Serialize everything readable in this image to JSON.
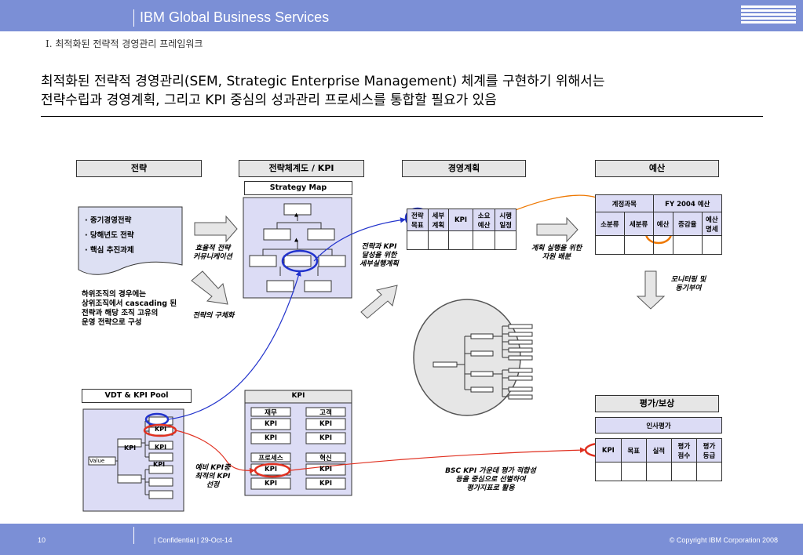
{
  "header": {
    "title": "IBM Global Business Services",
    "logo": "IBM"
  },
  "breadcrumb": "Ⅰ. 최적화된 전략적 경영관리 프레임워크",
  "headline": {
    "line1": "최적화된 전략적 경영관리(SEM, Strategic Enterprise Management) 체계를 구현하기 위해서는",
    "line2": "전략수립과 경영계획, 그리고 KPI 중심의 성과관리 프로세스를 통합할 필요가 있음"
  },
  "diagram": {
    "headers": {
      "strategy": "전략",
      "strategy_map": "전략체계도 / KPI",
      "plan": "경영계획",
      "budget": "예산",
      "eval": "평가/보상"
    },
    "strategy_doc": [
      "· 중기경영전략",
      "· 당해년도 전략",
      "· 핵심 추진과제"
    ],
    "cascade_note": [
      "하위조직의 경우에는",
      "상위조직에서 cascading 된",
      "전략과 해당 조직 고유의",
      "운영 전략으로 구성"
    ],
    "strategy_map_title": "Strategy Map",
    "labels": {
      "comm": [
        "효율적 전략",
        "커뮤니케이션"
      ],
      "concrete": "전략의 구체화",
      "plan_link": [
        "전략과 KPI",
        "달성을 위한",
        "세부실행계획"
      ],
      "resource": [
        "계획 실행을 위한",
        "자원 배분"
      ],
      "monitor": [
        "모니터링 및",
        "동기부여"
      ],
      "kpi_select": [
        "예비 KPI중",
        "최적의 KPI",
        "선정"
      ],
      "bsc": [
        "BSC KPI 가운데 평가 적합성",
        "등을 중심으로 선별하여",
        "평가지표로 활용"
      ]
    },
    "plan_table": {
      "cols": [
        "전략\n목표",
        "세부\n계획",
        "KPI",
        "소요\n예산",
        "시행\n일정"
      ]
    },
    "budget_table": {
      "top": [
        "계정과목",
        "FY 2004 예산"
      ],
      "cols": [
        "소분류",
        "세분류",
        "예산",
        "증감율",
        "예산\n명세"
      ]
    },
    "vdt": {
      "title": "VDT & KPI Pool",
      "value_label": "Value",
      "kpi": "KPI"
    },
    "kpi_box": {
      "title": "KPI",
      "sections": [
        "재무",
        "고객",
        "프로세스",
        "혁신"
      ],
      "kpi": "KPI"
    },
    "eval_table": {
      "title": "인사평가",
      "cols": [
        "KPI",
        "목표",
        "실적",
        "평가\n점수",
        "평가\n등급"
      ]
    }
  },
  "footer": {
    "page": "10",
    "confidential": "| Confidential  |  29-Oct-14",
    "copyright": "© Copyright IBM Corporation 2008"
  }
}
